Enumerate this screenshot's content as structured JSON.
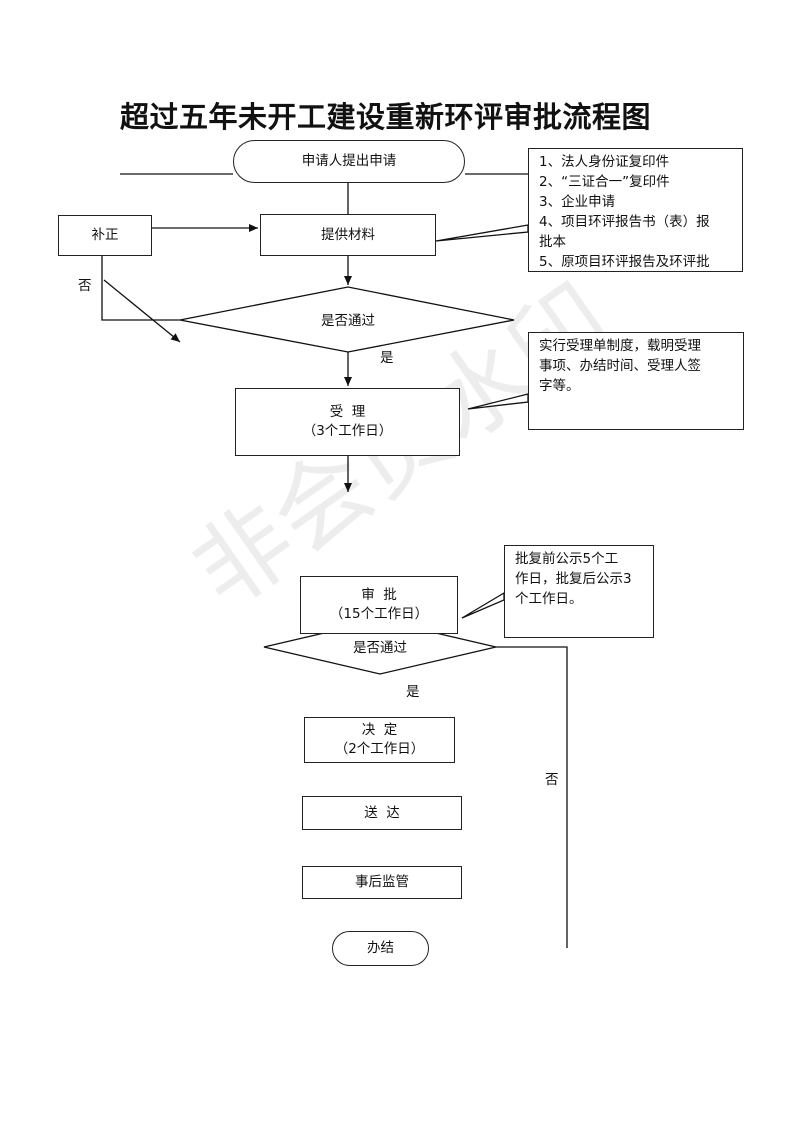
{
  "title": "超过五年未开工建设重新环评审批流程图",
  "nodes": {
    "start": "申请人提出申请",
    "supplement": "补正",
    "provide": "提供材料",
    "check1": "是否通过",
    "accept": {
      "line1": "受  理",
      "line2": "（3个工作日）"
    },
    "review": {
      "line1": "审  批",
      "line2": "（15个工作日）"
    },
    "check2": "是否通过",
    "decision": {
      "line1": "决  定",
      "line2": "（2个工作日）"
    },
    "deliver": "送  达",
    "supervise": "事后监管",
    "end": "办结"
  },
  "notes": {
    "materials": [
      "1、法人身份证复印件",
      "2、“三证合一”复印件",
      "3、企业申请",
      "4、项目环评报告书（表）报",
      "批本",
      "5、原项目环评报告及环评批"
    ],
    "acceptance": [
      "实行受理单制度，载明受理",
      "事项、办结时间、受理人签",
      "字等。"
    ],
    "publicity": [
      "批复前公示5个工",
      "作日，批复后公示3",
      "个工作日。"
    ]
  },
  "labels": {
    "no1": "否",
    "yes1": "是",
    "yes2": "是",
    "no2": "否"
  },
  "watermark": "非会员水印"
}
